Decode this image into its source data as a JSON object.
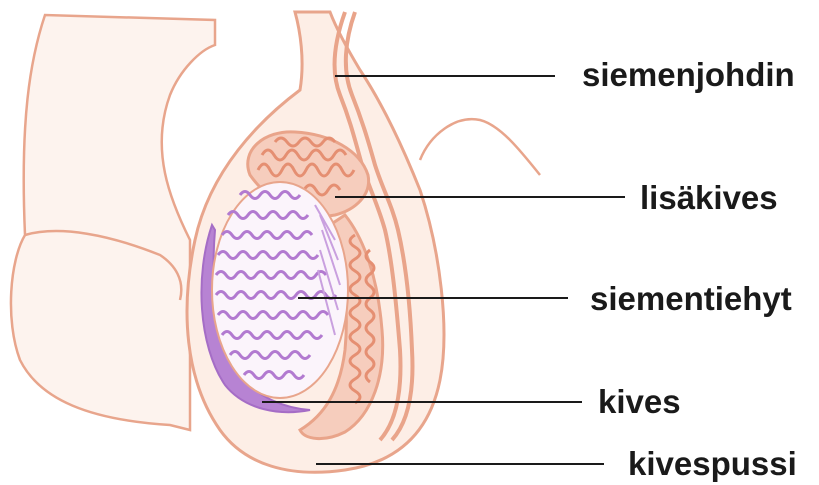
{
  "colors": {
    "skin_fill": "#fdeee6",
    "skin_stroke": "#e8a58c",
    "epididymis": "#e9a48a",
    "tubules": "#b27ad0",
    "tunica": "#b783d3",
    "leader": "#1a1a1a"
  },
  "labels": {
    "vas_deferens": "siemenjohdin",
    "epididymis": "lisäkives",
    "seminiferous_tubule": "siementiehyt",
    "testis": "kives",
    "scrotum": "kivespussi"
  }
}
